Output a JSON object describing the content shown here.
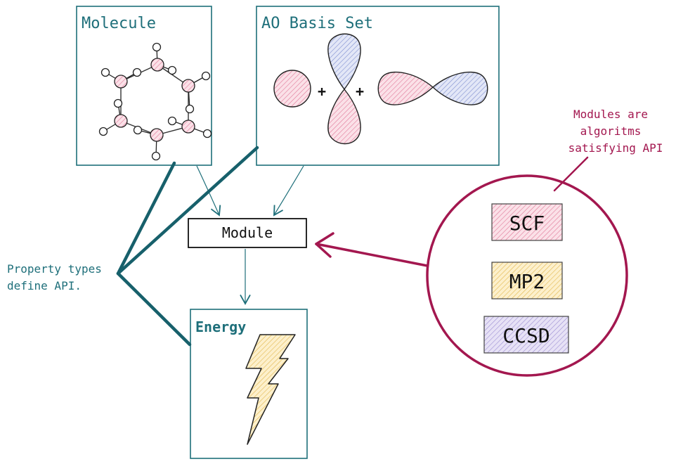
{
  "colors": {
    "teal": "#1e6f7a",
    "teal_thick": "#17606b",
    "crimson": "#a3174f",
    "pink_fill": "#f2b6c7",
    "blue_fill": "#b5bfe3",
    "yellow_fill": "#f6d98a",
    "purple_fill": "#c8bfe6",
    "black": "#111111"
  },
  "molecule": {
    "title": "Molecule",
    "icon": "water-hexamer-icon"
  },
  "basis": {
    "title": "AO Basis Set",
    "plus": [
      "+",
      "+"
    ],
    "icons": [
      "s-orbital-icon",
      "p-orbital-vertical-icon",
      "p-orbital-horizontal-icon"
    ]
  },
  "module": {
    "label": "Module"
  },
  "energy": {
    "title": "Energy",
    "icon": "lightning-bolt-icon"
  },
  "property_note": {
    "lines": [
      "Property types",
      "define API."
    ]
  },
  "modules_note": {
    "lines": [
      "Modules are",
      "algoritms",
      "satisfying API"
    ]
  },
  "algorithms": [
    {
      "label": "SCF",
      "fill_key": "pink_fill"
    },
    {
      "label": "MP2",
      "fill_key": "yellow_fill"
    },
    {
      "label": "CCSD",
      "fill_key": "purple_fill"
    }
  ]
}
